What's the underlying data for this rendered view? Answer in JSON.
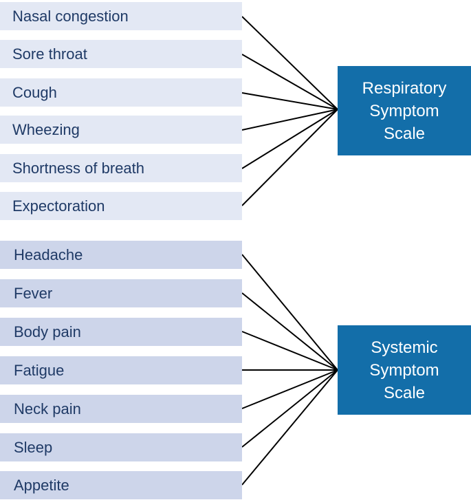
{
  "respiratory": {
    "items": [
      "Nasal congestion",
      "Sore throat",
      "Cough",
      "Wheezing",
      "Shortness of breath",
      "Expectoration"
    ],
    "scale_label": "Respiratory\nSymptom\nScale"
  },
  "systemic": {
    "items": [
      "Headache",
      "Fever",
      "Body pain",
      "Fatigue",
      "Neck pain",
      "Sleep",
      "Appetite"
    ],
    "scale_label": "Systemic\nSymptom\nScale"
  },
  "colors": {
    "respiratory_item_bg": "#e3e8f4",
    "systemic_item_bg": "#cdd5ea",
    "scale_box_bg": "#136ea9",
    "item_text": "#1f3a66",
    "connector": "#000000"
  }
}
